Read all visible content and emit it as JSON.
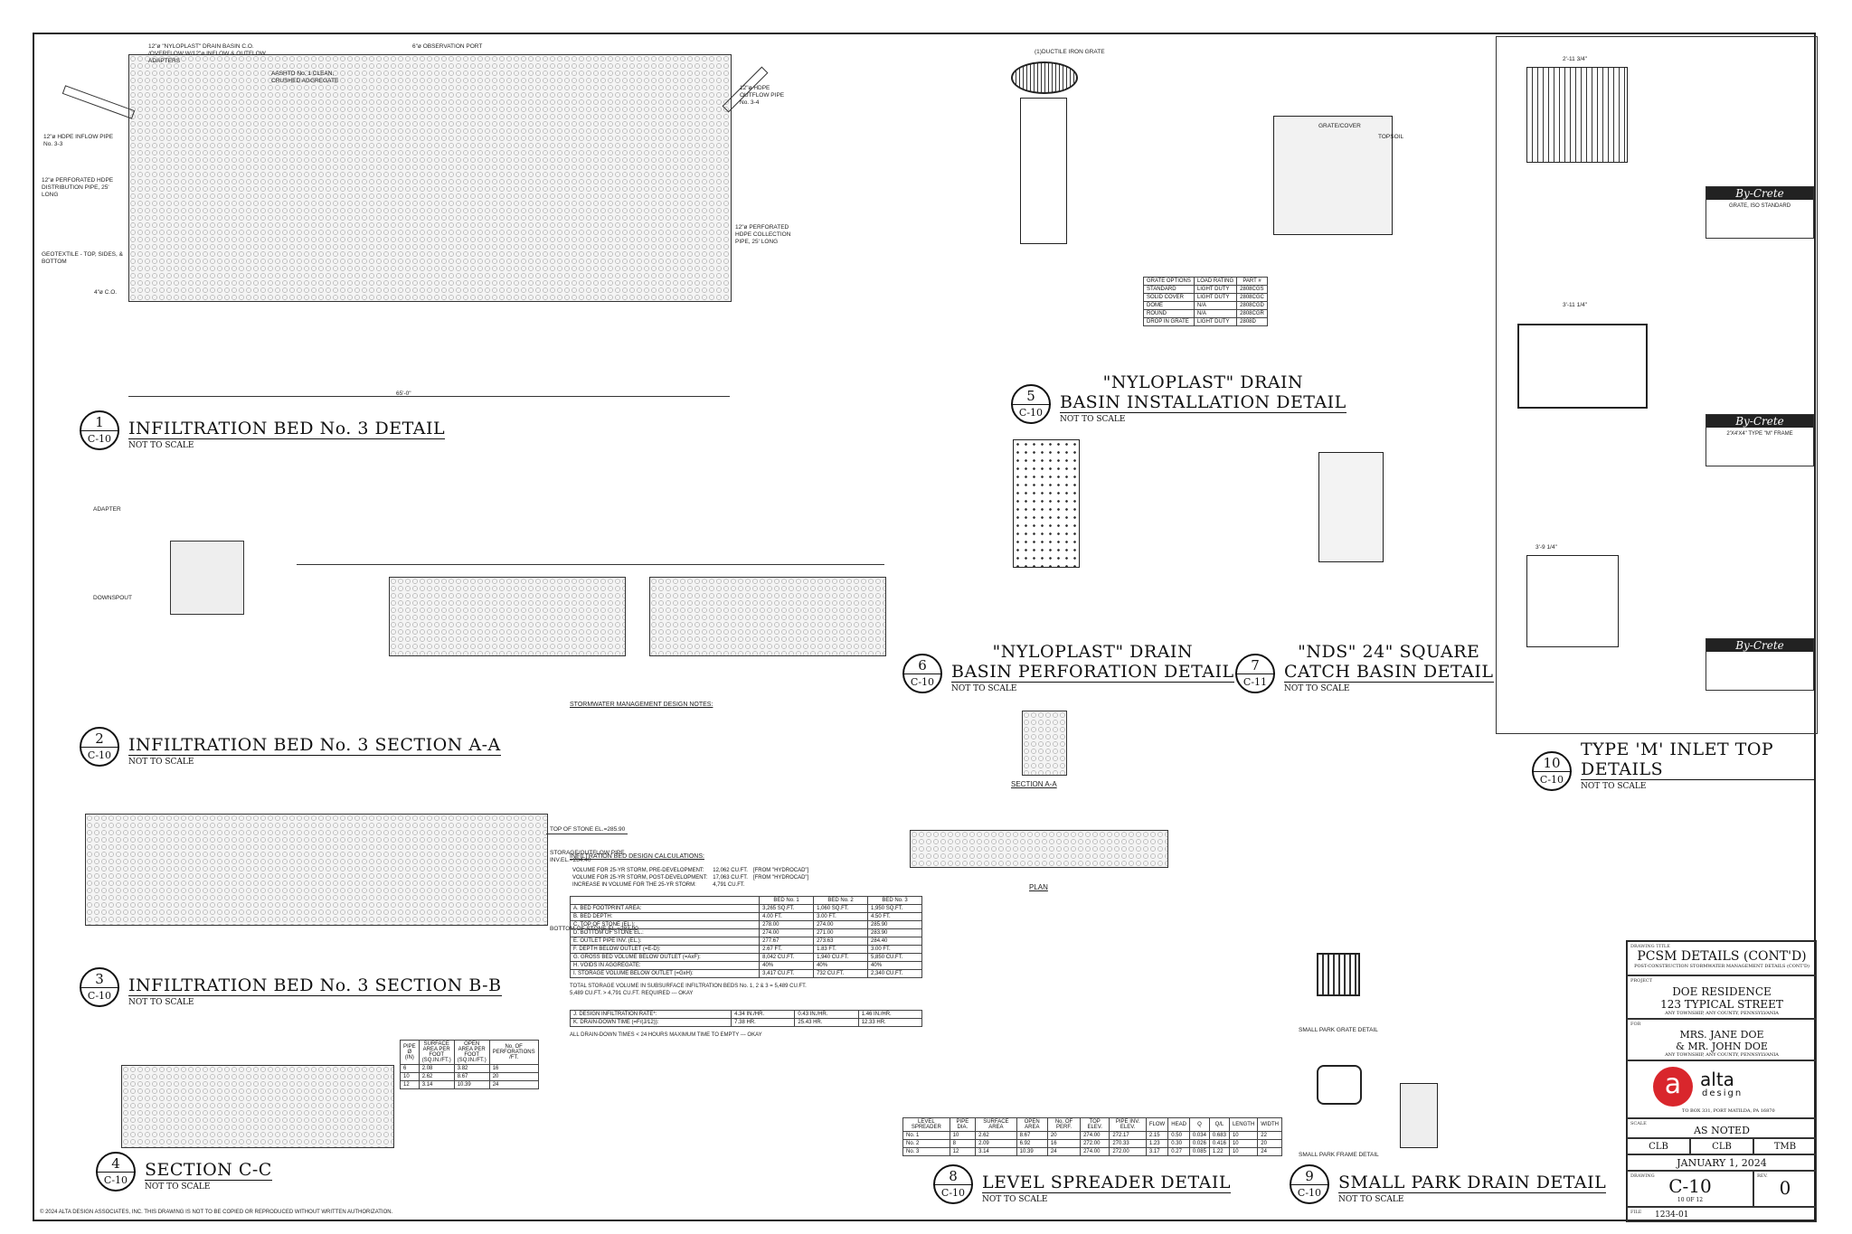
{
  "details": [
    {
      "num": "1",
      "sheet": "C-10",
      "title": "INFILTRATION BED No. 3 DETAIL",
      "scale": "NOT TO SCALE"
    },
    {
      "num": "2",
      "sheet": "C-10",
      "title": "INFILTRATION BED No. 3 SECTION A-A",
      "scale": "NOT TO SCALE"
    },
    {
      "num": "3",
      "sheet": "C-10",
      "title": "INFILTRATION BED No. 3 SECTION B-B",
      "scale": "NOT TO SCALE"
    },
    {
      "num": "4",
      "sheet": "C-10",
      "title": "SECTION C-C",
      "scale": "NOT TO SCALE"
    },
    {
      "num": "5",
      "sheet": "C-10",
      "title": "\"NYLOPLAST\" DRAIN\nBASIN INSTALLATION DETAIL",
      "scale": "NOT TO SCALE"
    },
    {
      "num": "6",
      "sheet": "C-10",
      "title": "\"NYLOPLAST\" DRAIN\nBASIN PERFORATION DETAIL",
      "scale": "NOT TO SCALE"
    },
    {
      "num": "7",
      "sheet": "C-11",
      "title": "\"NDS\" 24\" SQUARE\nCATCH BASIN DETAIL",
      "scale": "NOT TO SCALE"
    },
    {
      "num": "8",
      "sheet": "C-10",
      "title": "LEVEL SPREADER DETAIL",
      "scale": "NOT TO SCALE"
    },
    {
      "num": "9",
      "sheet": "C-10",
      "title": "SMALL PARK DRAIN DETAIL",
      "scale": "NOT TO SCALE"
    },
    {
      "num": "10",
      "sheet": "C-10",
      "title": "TYPE 'M' INLET TOP DETAILS",
      "scale": "NOT TO SCALE"
    }
  ],
  "labels": {
    "hdpe_inflow": "12\"ø HDPE INFLOW PIPE No. 3-3",
    "distribution": "12\"ø PERFORATED HDPE DISTRIBUTION PIPE, 25' LONG",
    "collection": "12\"ø PERFORATED HDPE COLLECTION PIPE, 25' LONG",
    "outflow": "12\"ø HDPE OUTFLOW PIPE No. 3-4",
    "aashto": "AASHTO No. 1 CLEAN, CRUSHED AGGREGATE",
    "observation": "6\"ø OBSERVATION PORT",
    "drain_basin": "12\"ø \"NYLOPLAST\" DRAIN BASIN C.O. /OVERFLOW W/12\"ø INFLOW & OUTFLOW ADAPTERS",
    "geotextile": "GEOTEXTILE - TOP, SIDES, & BOTTOM",
    "co": "4\"ø C.O.",
    "dim_bed": "65'-0\"",
    "ductile_grate": "(1)DUCTILE IRON GRATE",
    "topsoil": "TOPSOIL",
    "grate_cover": "GRATE/COVER",
    "downspout": "DOWNSPOUT",
    "adapter": "ADAPTER",
    "top_stone": "TOP OF STONE EL.=285.90",
    "outlet_inv": "STORAGE/OUTFLOW PIPE INV.EL.=284.40",
    "bottom_stone": "BOTTOM OF STONE EL.=283.90",
    "plan": "PLAN",
    "section_aa": "SECTION A-A",
    "small_grate": "SMALL PARK GRATE DETAIL",
    "small_frame": "SMALL PARK FRAME DETAIL",
    "bycrete": "By-Crete",
    "grate_std": "GRATE, ISO STANDARD",
    "type_m": "2'X4'X4\" TYPE \"M\" FRAME",
    "dim_1": "2'-11 3/4\"",
    "dim_2": "3'-11 1/4\"",
    "dim_3": "3'-9 1/4\""
  },
  "grate_table": {
    "headers": [
      "GRATE OPTIONS",
      "LOAD RATING",
      "PART #"
    ],
    "rows": [
      [
        "STANDARD",
        "LIGHT DUTY",
        "2808CGS"
      ],
      [
        "SOLID COVER",
        "LIGHT DUTY",
        "2808CGC"
      ],
      [
        "DOME",
        "N/A",
        "2808CGD"
      ],
      [
        "ROUND",
        "N/A",
        "2808CGR"
      ],
      [
        "DROP IN GRATE",
        "LIGHT DUTY",
        "2808D"
      ]
    ]
  },
  "notes_title": "STORMWATER MANAGEMENT DESIGN NOTES:",
  "infiltration_title": "INFILTRATION BED DESIGN CALCULATIONS:",
  "volume_rows": [
    [
      "VOLUME FOR 25-YR STORM, PRE-DEVELOPMENT:",
      "12,062 CU.FT.",
      "[FROM \"HYDROCAD\"]"
    ],
    [
      "VOLUME FOR 25-YR STORM, POST-DEVELOPMENT:",
      "17,063 CU.FT.",
      "[FROM \"HYDROCAD\"]"
    ],
    [
      "INCREASE IN VOLUME FOR THE 25-YR STORM:",
      "4,791 CU.FT.",
      ""
    ]
  ],
  "bed_table": {
    "headers": [
      "",
      "BED No. 1",
      "BED No. 2",
      "BED No. 3"
    ],
    "rows": [
      [
        "A. BED FOOTPRINT AREA:",
        "3,265 SQ.FT.",
        "1,060 SQ.FT.",
        "1,950 SQ.FT."
      ],
      [
        "B. BED DEPTH:",
        "4.00 FT.",
        "3.00 FT.",
        "4.50 FT."
      ],
      [
        "C. TOP OF STONE (EL.):",
        "278.00",
        "274.00",
        "285.90"
      ],
      [
        "D. BOTTOM OF STONE EL.:",
        "274.00",
        "271.00",
        "283.90"
      ],
      [
        "E. OUTLET PIPE INV. (EL.):",
        "277.67",
        "273.63",
        "284.40"
      ],
      [
        "F. DEPTH BELOW OUTLET (=E-D):",
        "2.67 FT.",
        "1.83 FT.",
        "3.00 FT."
      ],
      [
        "G. GROSS BED VOLUME BELOW OUTLET (=AxF):",
        "8,042 CU.FT.",
        "1,940 CU.FT.",
        "5,850 CU.FT."
      ],
      [
        "H. VOIDS IN AGGREGATE:",
        "40%",
        "40%",
        "40%"
      ],
      [
        "I. STORAGE VOLUME BELOW OUTLET (=GxH):",
        "3,417 CU.FT.",
        "732 CU.FT.",
        "2,340 CU.FT."
      ]
    ]
  },
  "total_storage": "TOTAL STORAGE VOLUME IN SUBSURFACE INFILTRATION BEDS No. 1, 2 & 3 = 5,489 CU.FT.",
  "storage_check": "5,489 CU.FT. > 4,791 CU.FT. REQUIRED --- OKAY",
  "drawdown_rows": [
    [
      "J. DESIGN INFILTRATION RATE*:",
      "4.34 IN./HR.",
      "0.43 IN./HR.",
      "1.46 IN./HR."
    ],
    [
      "K. DRAIN-DOWN TIME (=F/(J/12)):",
      "7.38 HR.",
      "25.43 HR.",
      "12.33 HR."
    ]
  ],
  "drawdown_check": "ALL DRAIN-DOWN TIMES < 24 HOURS MAXIMUM TIME TO EMPTY --- OKAY",
  "perforation_table": {
    "headers": [
      "PIPE Ø (IN)",
      "SURFACE AREA PER FOOT (SQ.IN./FT.)",
      "OPEN AREA PER FOOT (SQ.IN./FT.)",
      "No. OF PERFORATIONS /FT."
    ],
    "rows": [
      [
        "6",
        "2.08",
        "3.82",
        "16"
      ],
      [
        "10",
        "2.62",
        "8.67",
        "20"
      ],
      [
        "12",
        "3.14",
        "10.39",
        "24"
      ]
    ]
  },
  "spreader_table": {
    "headers": [
      "LEVEL SPREADER",
      "PIPE DIA.",
      "SURFACE AREA",
      "OPEN AREA",
      "No. OF PERF.",
      "TOP ELEV.",
      "PIPE INV. ELEV.",
      "FLOW",
      "HEAD",
      "Q",
      "Q/L",
      "LENGTH",
      "WIDTH"
    ],
    "rows": [
      [
        "No. 1",
        "10",
        "2.62",
        "8.67",
        "20",
        "274.00",
        "272.17",
        "2.15",
        "0.50",
        "0.034",
        "0.683",
        "10",
        "22"
      ],
      [
        "No. 2",
        "8",
        "2.09",
        "6.92",
        "16",
        "272.00",
        "270.33",
        "1.23",
        "0.30",
        "0.026",
        "0.416",
        "10",
        "20"
      ],
      [
        "No. 3",
        "12",
        "3.14",
        "10.39",
        "24",
        "274.00",
        "272.00",
        "3.17",
        "0.27",
        "0.085",
        "1.22",
        "10",
        "24"
      ]
    ]
  },
  "title_block": {
    "drawing_title_label": "DRAWING TITLE",
    "drawing_title": "PCSM DETAILS (CONT'D)",
    "drawing_subtitle": "POST-CONSTRUCTION STORMWATER MANAGEMENT DETAILS (CONT'D)",
    "project_label": "PROJECT",
    "project": "DOE RESIDENCE",
    "address": "123 TYPICAL STREET",
    "location": "ANY TOWNSHIP, ANY COUNTY, PENNSYLVANIA",
    "for_label": "FOR",
    "client1": "MRS. JANE DOE",
    "client2": "& MR. JOHN DOE",
    "client_loc": "ANY TOWNSHIP, ANY COUNTY, PENNSYLVANIA",
    "firm_name": "alta",
    "firm_sub": "design",
    "firm_addr": "TO BOX 331, PORT MATILDA, PA 16870",
    "scale_label": "SCALE",
    "scale": "AS NOTED",
    "initials": [
      "CLB",
      "CLB",
      "TMB"
    ],
    "date": "JANUARY 1, 2024",
    "drawing_label": "DRAWING",
    "drawing_no": "C-10",
    "sheet_of": "10 OF 12",
    "rev_label": "REV.",
    "rev": "0",
    "file_label": "FILE",
    "file": "1234-01"
  },
  "copyright": "© 2024 ALTA DESIGN ASSOCIATES, INC. THIS DRAWING IS NOT TO BE COPIED OR REPRODUCED WITHOUT WRITTEN AUTHORIZATION.",
  "colors": {
    "accent": "#d9262c",
    "line": "#222222"
  }
}
